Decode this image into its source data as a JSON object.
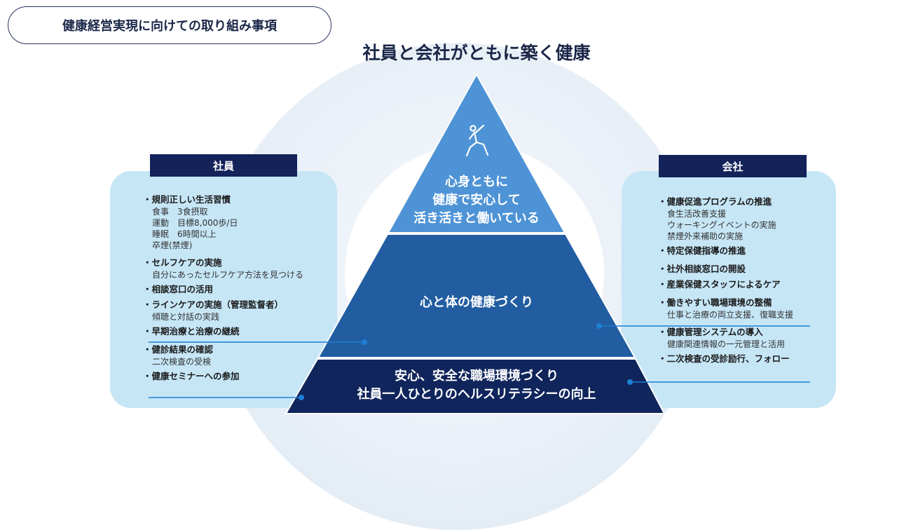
{
  "title": "健康経営実現に向けての取り組み事項",
  "headline": "社員と会社がともに築く健康",
  "pyramid": {
    "top": [
      "心身ともに",
      "健康で安心して",
      "活き活きと働いている"
    ],
    "middle": "心と体の健康づくり",
    "bottom": [
      "安心、安全な職場環境づくり",
      "社員一人ひとりのヘルスリテラシーの向上"
    ],
    "icon": "person-stretching-icon"
  },
  "employee": {
    "label": "社員",
    "items": [
      {
        "h": "・規則正しい生活習慣",
        "s": [
          "食事　3食摂取",
          "運動　目標8,000歩/日",
          "睡眠　6時間以上",
          "卒煙(禁煙)"
        ]
      },
      {
        "h": "・セルフケアの実施",
        "s": [
          "自分にあったセルフケア方法を見つける"
        ]
      },
      {
        "h": "・相談窓口の活用",
        "s": []
      },
      {
        "h": "・ラインケアの実施（管理監督者）",
        "s": [
          "傾聴と対話の実践"
        ]
      },
      {
        "h": "・早期治療と治療の継続",
        "s": []
      },
      {
        "h": "・健診結果の確認",
        "s": [
          "二次検査の受検"
        ]
      },
      {
        "h": "・健康セミナーへの参加",
        "s": []
      }
    ]
  },
  "company": {
    "label": "会社",
    "items": [
      {
        "h": "・健康促進プログラムの推進",
        "s": [
          "食生活改善支援",
          "ウォーキングイベントの実施",
          "禁煙外来補助の実施"
        ]
      },
      {
        "h": "・特定保健指導の推進",
        "s": []
      },
      {
        "h": "・社外相談窓口の開設",
        "s": []
      },
      {
        "h": "・産業保健スタッフによるケア",
        "s": []
      },
      {
        "h": "・働きやすい職場環境の整備",
        "s": [
          "仕事と治療の両立支援、復職支援"
        ]
      },
      {
        "h": "・健康管理システムの導入",
        "s": [
          "健康関連情報の一元管理と活用"
        ]
      },
      {
        "h": "・二次検査の受診励行、フォロー",
        "s": []
      }
    ]
  },
  "colors": {
    "navy": "#14225a",
    "pyramid_top": "#4e93d6",
    "pyramid_mid": "#215da0",
    "pyramid_bot": "#10255c",
    "panel": "#c6e6f6",
    "connector": "#1e7fd6"
  }
}
